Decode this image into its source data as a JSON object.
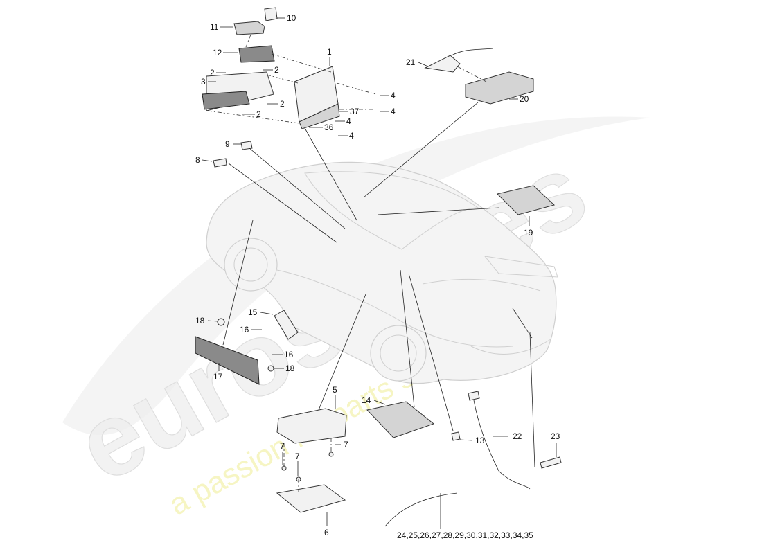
{
  "watermark": {
    "logo_text": "eurospares",
    "tagline": "a passion for parts since 1985"
  },
  "callouts": {
    "c1": "1",
    "c2a": "2",
    "c2b": "2",
    "c2c": "2",
    "c2d": "2",
    "c3": "3",
    "c4a": "4",
    "c4b": "4",
    "c4c": "4",
    "c4d": "4",
    "c5": "5",
    "c6": "6",
    "c7a": "7",
    "c7b": "7",
    "c7c": "7",
    "c8": "8",
    "c9": "9",
    "c10": "10",
    "c11": "11",
    "c12": "12",
    "c13": "13",
    "c14": "14",
    "c15": "15",
    "c16a": "16",
    "c16b": "16",
    "c17": "17",
    "c18a": "18",
    "c18b": "18",
    "c19": "19",
    "c20": "20",
    "c21": "21",
    "c22": "22",
    "c23": "23",
    "c24": "24,25,26,27,28,29,30,31,32,33,34,35",
    "c36": "36",
    "c37": "37"
  }
}
